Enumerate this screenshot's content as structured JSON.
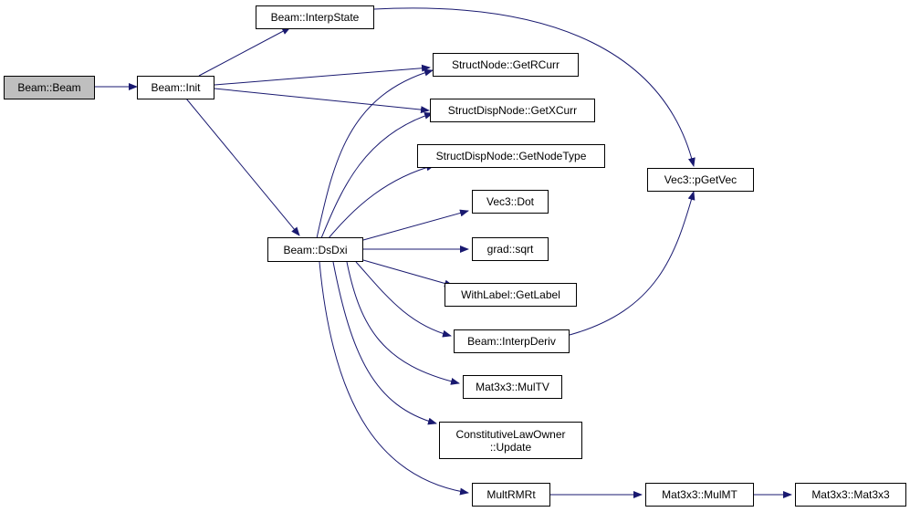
{
  "diagram": {
    "colors": {
      "edge": "#191970",
      "root_fill": "#bfbfbf",
      "node_fill": "#ffffff",
      "border": "#000000"
    },
    "nodes": {
      "beam_beam": "Beam::Beam",
      "beam_init": "Beam::Init",
      "interp_state": "Beam::InterpState",
      "get_rcurr": "StructNode::GetRCurr",
      "get_xcurr": "StructDispNode::GetXCurr",
      "get_node_type": "StructDispNode::GetNodeType",
      "vec3_dot": "Vec3::Dot",
      "beam_dsdxi": "Beam::DsDxi",
      "grad_sqrt": "grad::sqrt",
      "get_label": "WithLabel::GetLabel",
      "interp_deriv": "Beam::InterpDeriv",
      "vec3_pgetvec": "Vec3::pGetVec",
      "mul_tv": "Mat3x3::MulTV",
      "claw_update": "ConstitutiveLawOwner\n::Update",
      "mult_rmrt": "MultRMRt",
      "mul_mt": "Mat3x3::MulMT",
      "mat3x3_ctor": "Mat3x3::Mat3x3"
    }
  }
}
